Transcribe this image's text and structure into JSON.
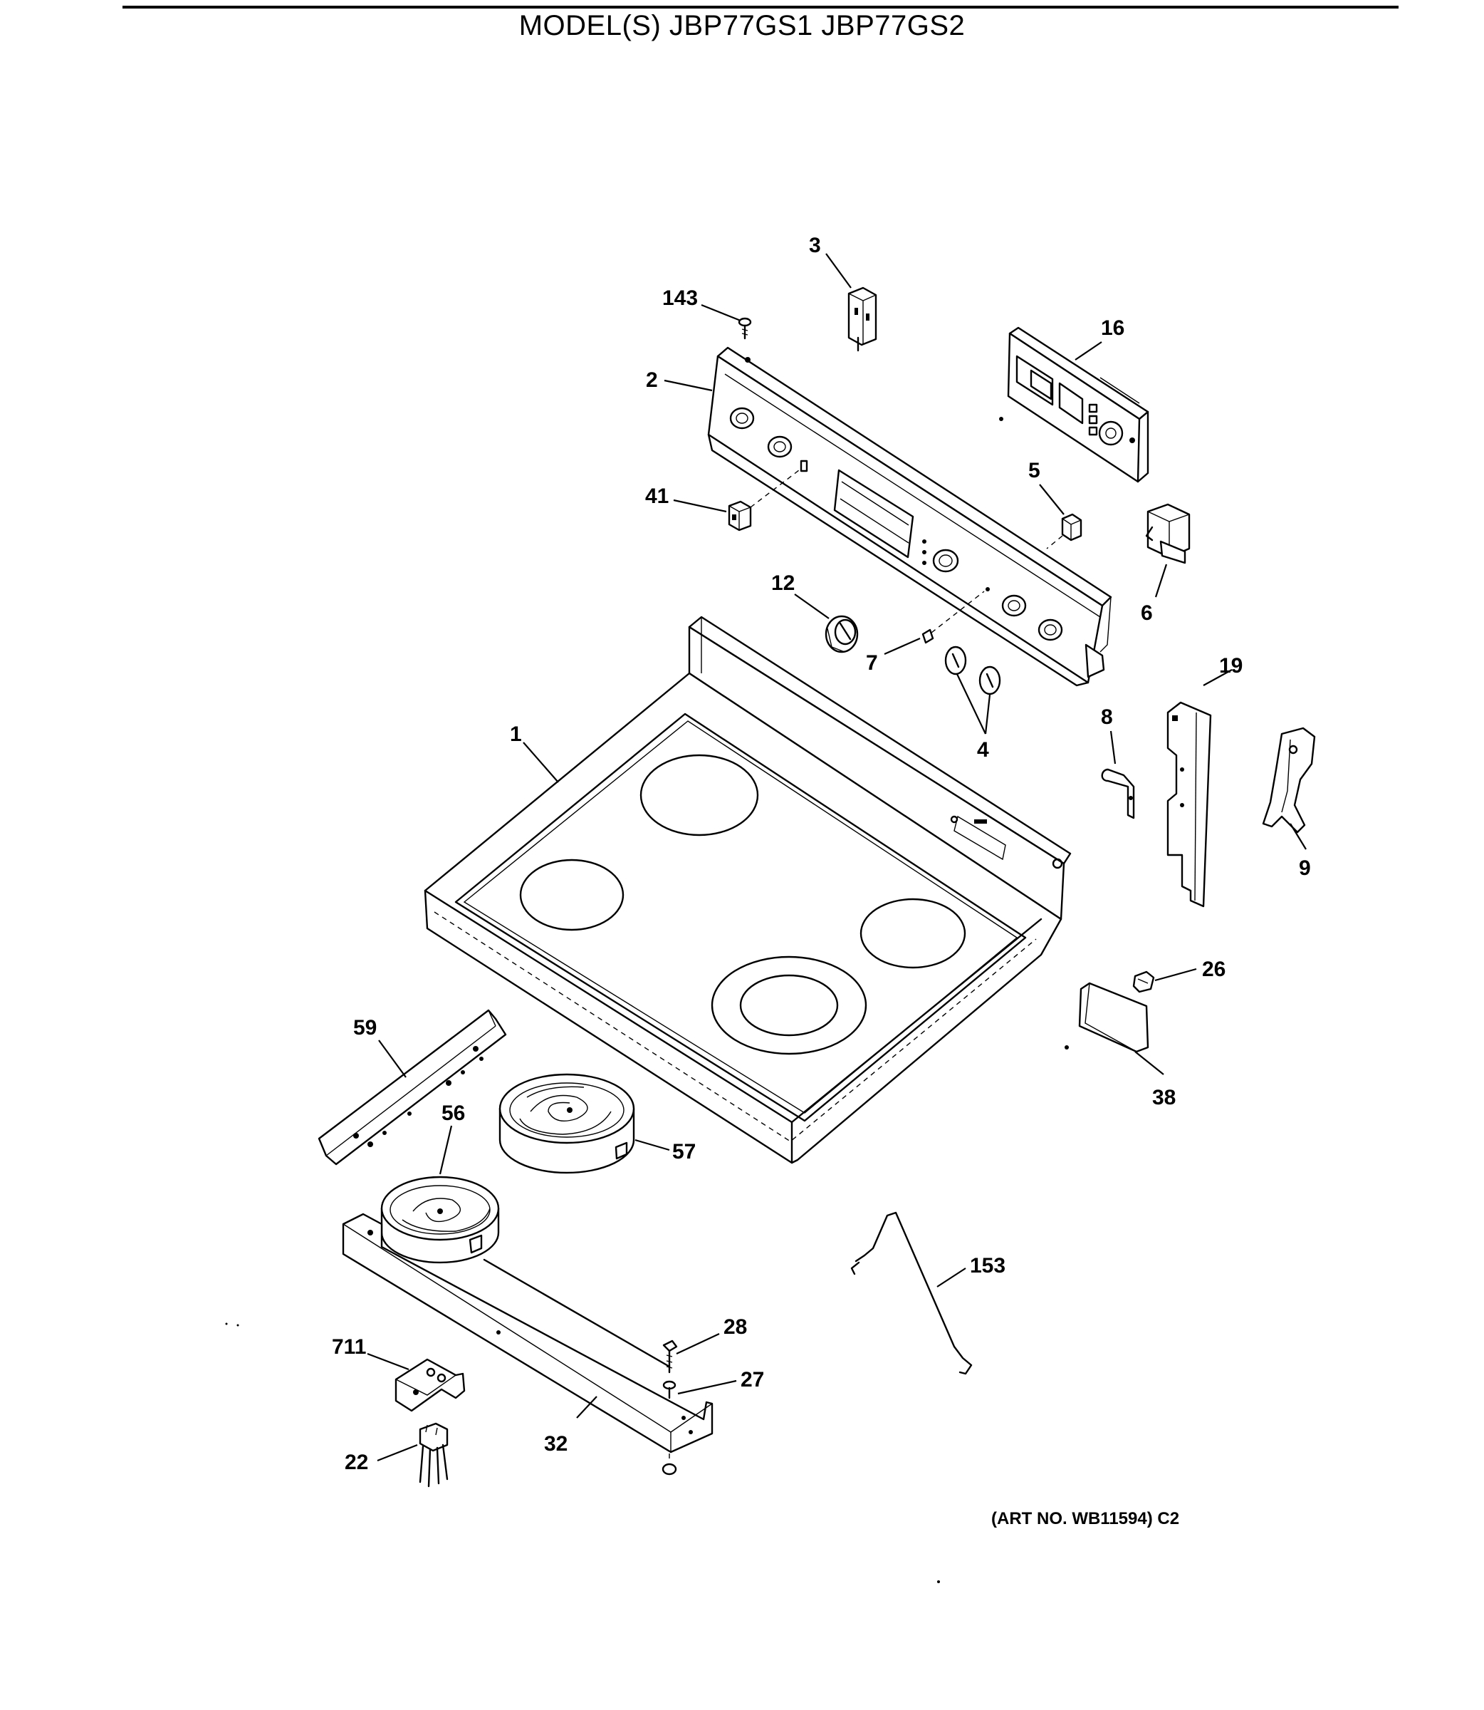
{
  "header": {
    "title": "MODEL(S) JBP77GS1  JBP77GS2"
  },
  "callouts": {
    "c1": "1",
    "c2": "2",
    "c3": "3",
    "c4": "4",
    "c5": "5",
    "c6": "6",
    "c7": "7",
    "c8": "8",
    "c9": "9",
    "c12": "12",
    "c16": "16",
    "c19": "19",
    "c22": "22",
    "c26": "26",
    "c27": "27",
    "c28": "28",
    "c32": "32",
    "c38": "38",
    "c41": "41",
    "c56": "56",
    "c57": "57",
    "c59": "59",
    "c143": "143",
    "c153": "153",
    "c711": "711"
  },
  "footer": {
    "art_no": "(ART NO. WB11594) C2"
  }
}
